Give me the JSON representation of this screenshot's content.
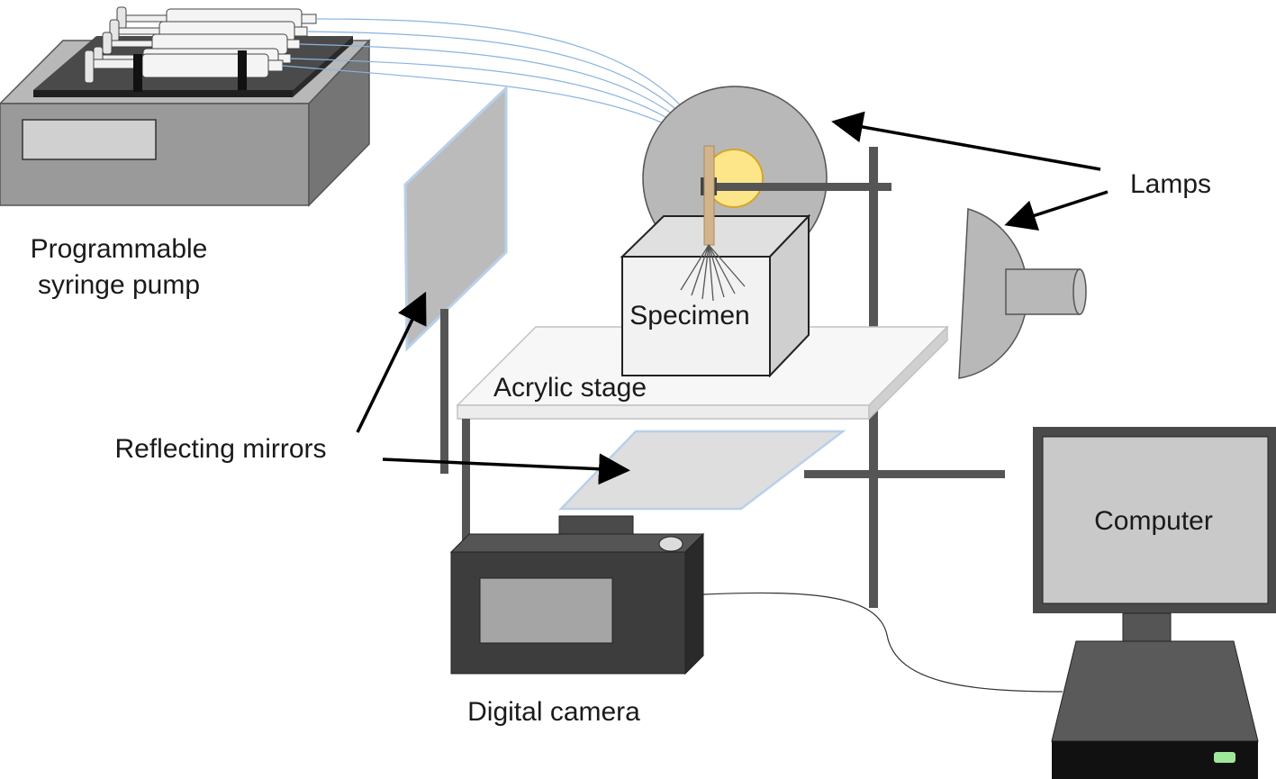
{
  "labels": {
    "pump_line1": "Programmable",
    "pump_line2": "syringe pump",
    "lamps": "Lamps",
    "specimen": "Specimen",
    "acrylic_stage": "Acrylic stage",
    "reflecting_mirrors": "Reflecting mirrors",
    "digital_camera": "Digital camera",
    "computer": "Computer"
  },
  "colors": {
    "tube": "#8ab4dc",
    "mirror_edge": "#b8d0ea",
    "lamp_yellow": "#fde68a",
    "pipette": "#d2b48c",
    "camera_body": "#3d3d3d",
    "led": "#9ee89a"
  }
}
